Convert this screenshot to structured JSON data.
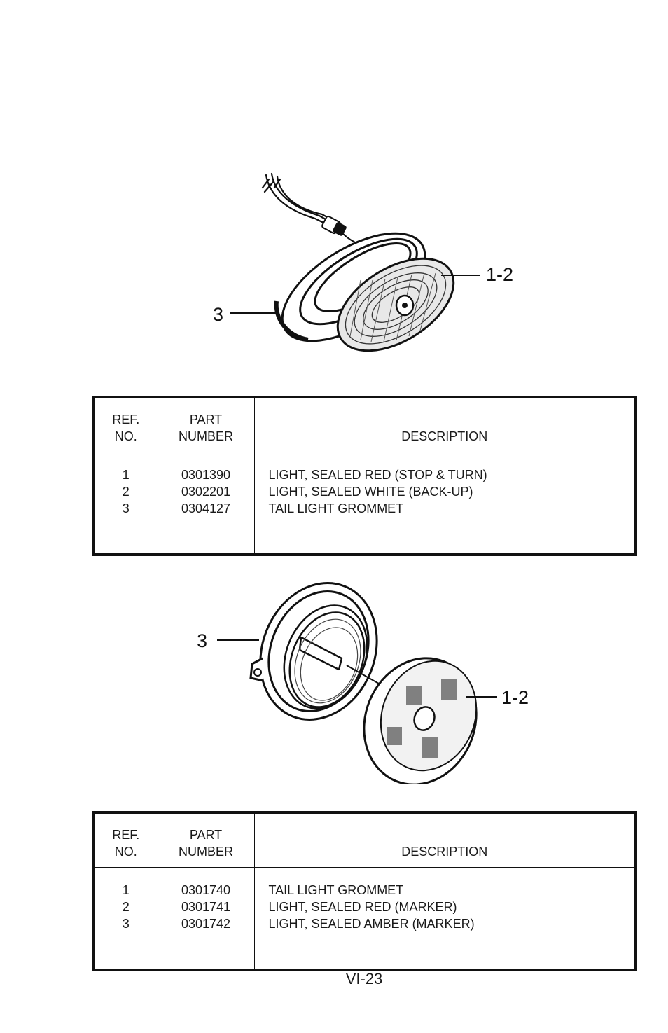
{
  "figure1": {
    "callouts": {
      "left": "3",
      "right": "1-2"
    },
    "image": "oval-tail-light-with-grommet-and-pigtail"
  },
  "table1": {
    "headers": {
      "ref_line1": "REF.",
      "ref_line2": "NO.",
      "part_line1": "PART",
      "part_line2": "NUMBER",
      "description": "DESCRIPTION"
    },
    "rows": [
      {
        "ref": "1",
        "part": "0301390",
        "description": "LIGHT, SEALED RED (STOP & TURN)"
      },
      {
        "ref": "2",
        "part": "0302201",
        "description": "LIGHT, SEALED WHITE (BACK-UP)"
      },
      {
        "ref": "3",
        "part": "0304127",
        "description": "TAIL LIGHT GROMMET"
      }
    ]
  },
  "figure2": {
    "callouts": {
      "left": "3",
      "right": "1-2"
    },
    "image": "round-marker-light-with-grommet"
  },
  "table2": {
    "headers": {
      "ref_line1": "REF.",
      "ref_line2": "NO.",
      "part_line1": "PART",
      "part_line2": "NUMBER",
      "description": "DESCRIPTION"
    },
    "rows": [
      {
        "ref": "1",
        "part": "0301740",
        "description": "TAIL LIGHT GROMMET"
      },
      {
        "ref": "2",
        "part": "0301741",
        "description": "LIGHT, SEALED RED (MARKER)"
      },
      {
        "ref": "3",
        "part": "0301742",
        "description": "LIGHT, SEALED AMBER (MARKER)"
      }
    ]
  },
  "page_number": "VI-23"
}
